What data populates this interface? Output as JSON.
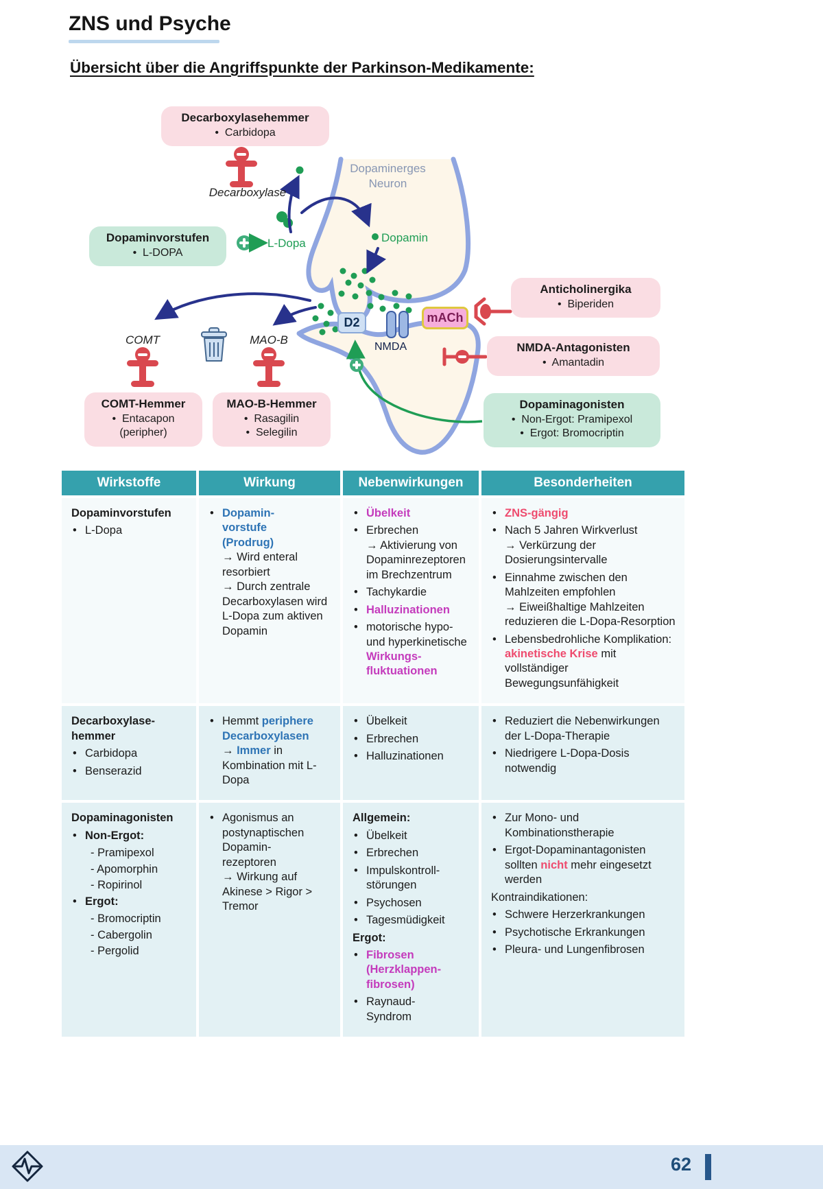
{
  "page": {
    "title": "ZNS und Psyche",
    "heading": "Übersicht über die Angriffspunkte der Parkinson-Medikamente:",
    "page_number": "62"
  },
  "colors": {
    "teal_header": "#35a1ad",
    "pink_box": "#fadde3",
    "green_box": "#c9e9da",
    "magenta_text": "#c43bbc",
    "blue_text": "#2e74b5",
    "pink_text": "#ee4b6e",
    "green": "#1f9d55",
    "navy_arrow": "#28328c",
    "red_inhibitor": "#d9484f",
    "neuron_outline": "#8fa5e0"
  },
  "diagram": {
    "boxes": {
      "decarboxylasehemmer": {
        "variant": "pink",
        "title": "Decarboxylasehemmer",
        "items": [
          "Carbidopa"
        ]
      },
      "dopaminvorstufen": {
        "variant": "green",
        "title": "Dopaminvorstufen",
        "items": [
          "L-DOPA"
        ]
      },
      "anticholinergika": {
        "variant": "pink",
        "title": "Anticholinergika",
        "items": [
          "Biperiden"
        ]
      },
      "nmda_antagonisten": {
        "variant": "pink",
        "title": "NMDA-Antagonisten",
        "items": [
          "Amantadin"
        ]
      },
      "dopaminagonisten": {
        "variant": "green",
        "title": "Dopaminagonisten",
        "items": [
          "Non-Ergot: Pramipexol",
          "Ergot: Bromocriptin"
        ]
      },
      "comt_hemmer": {
        "variant": "pink",
        "title": "COMT-Hemmer",
        "items": [
          "Entacapon\n(peripher)"
        ]
      },
      "maob_hemmer": {
        "variant": "pink",
        "title": "MAO-B-Hemmer",
        "items": [
          "Rasagilin",
          "Selegilin"
        ]
      }
    },
    "labels": {
      "neuron": "Dopaminerges\nNeuron",
      "decarboxylase": "Decarboxylase",
      "ldopa": "L-Dopa",
      "dopamin": "Dopamin",
      "comt": "COMT",
      "maob": "MAO-B",
      "d2": "D2",
      "nmda": "NMDA",
      "mach": "mACh"
    }
  },
  "table": {
    "headers": [
      "Wirkstoffe",
      "Wirkung",
      "Nebenwirkungen",
      "Besonderheiten"
    ],
    "rows": [
      {
        "cells": [
          [
            {
              "k": "line",
              "runs": [
                [
                  "Dopaminvorstufen",
                  "b"
                ]
              ]
            },
            {
              "k": "bullet",
              "runs": [
                [
                  "L-Dopa",
                  ""
                ]
              ]
            }
          ],
          [
            {
              "k": "bullet",
              "runs": [
                [
                  "Dopamin-\nvorstufe\n(Prodrug)",
                  "blue"
                ],
                [
                  "\n→ Wird enteral resorbiert\n→ Durch zentrale Decarboxylasen wird L-Dopa zum aktiven Dopamin",
                  ""
                ]
              ]
            }
          ],
          [
            {
              "k": "bullet",
              "runs": [
                [
                  "Übelkeit",
                  "mag"
                ]
              ]
            },
            {
              "k": "bullet",
              "runs": [
                [
                  "Erbrechen\n→ Aktivierung von Dopaminrezeptoren im Brechzentrum",
                  ""
                ]
              ]
            },
            {
              "k": "bullet",
              "runs": [
                [
                  "Tachykardie",
                  ""
                ]
              ]
            },
            {
              "k": "bullet",
              "runs": [
                [
                  "Halluzinationen",
                  "mag"
                ]
              ]
            },
            {
              "k": "bullet",
              "runs": [
                [
                  "motorische hypo- und hyperkinetische ",
                  ""
                ],
                [
                  "Wirkungs-\nfluktuationen",
                  "mag"
                ]
              ]
            }
          ],
          [
            {
              "k": "bullet",
              "runs": [
                [
                  "ZNS-gängig",
                  "pink"
                ]
              ]
            },
            {
              "k": "bullet",
              "runs": [
                [
                  "Nach 5 Jahren Wirkverlust\n→ Verkürzung der Dosierungsintervalle",
                  ""
                ]
              ]
            },
            {
              "k": "bullet",
              "runs": [
                [
                  "Einnahme zwischen den Mahlzeiten empfohlen\n→ Eiweißhaltige Mahlzeiten reduzieren die L-Dopa-Resorption",
                  ""
                ]
              ]
            },
            {
              "k": "bullet",
              "runs": [
                [
                  "Lebensbedrohliche Komplikation: ",
                  ""
                ],
                [
                  "akinetische Krise",
                  "pink"
                ],
                [
                  " mit vollständiger Bewegungsunfähigkeit",
                  ""
                ]
              ]
            }
          ]
        ]
      },
      {
        "cells": [
          [
            {
              "k": "line",
              "runs": [
                [
                  "Decarboxylase-\nhemmer",
                  "b"
                ]
              ]
            },
            {
              "k": "bullet",
              "runs": [
                [
                  "Carbidopa",
                  ""
                ]
              ]
            },
            {
              "k": "bullet",
              "runs": [
                [
                  "Benserazid",
                  ""
                ]
              ]
            }
          ],
          [
            {
              "k": "bullet",
              "runs": [
                [
                  "Hemmt ",
                  ""
                ],
                [
                  "periphere Decarboxylasen",
                  "blue"
                ],
                [
                  "\n→ ",
                  ""
                ],
                [
                  "Immer",
                  "blue"
                ],
                [
                  " in Kombination mit L-Dopa",
                  ""
                ]
              ]
            }
          ],
          [
            {
              "k": "bullet",
              "runs": [
                [
                  "Übelkeit",
                  ""
                ]
              ]
            },
            {
              "k": "bullet",
              "runs": [
                [
                  "Erbrechen",
                  ""
                ]
              ]
            },
            {
              "k": "bullet",
              "runs": [
                [
                  "Halluzinationen",
                  ""
                ]
              ]
            }
          ],
          [
            {
              "k": "bullet",
              "runs": [
                [
                  "Reduziert die Nebenwirkungen der L-Dopa-Therapie",
                  ""
                ]
              ]
            },
            {
              "k": "bullet",
              "runs": [
                [
                  "Niedrigere L-Dopa-Dosis notwendig",
                  ""
                ]
              ]
            }
          ]
        ]
      },
      {
        "cells": [
          [
            {
              "k": "line",
              "runs": [
                [
                  "Dopaminagonisten",
                  "b"
                ]
              ]
            },
            {
              "k": "bullet",
              "runs": [
                [
                  "Non-Ergot:",
                  "b"
                ]
              ]
            },
            {
              "k": "sub",
              "runs": [
                [
                  "- Pramipexol",
                  ""
                ]
              ]
            },
            {
              "k": "sub",
              "runs": [
                [
                  "- Apomorphin",
                  ""
                ]
              ]
            },
            {
              "k": "sub",
              "runs": [
                [
                  "- Ropirinol",
                  ""
                ]
              ]
            },
            {
              "k": "bullet",
              "runs": [
                [
                  "Ergot:",
                  "b"
                ]
              ]
            },
            {
              "k": "sub",
              "runs": [
                [
                  "- Bromocriptin",
                  ""
                ]
              ]
            },
            {
              "k": "sub",
              "runs": [
                [
                  "- Cabergolin",
                  ""
                ]
              ]
            },
            {
              "k": "sub",
              "runs": [
                [
                  "- Pergolid",
                  ""
                ]
              ]
            }
          ],
          [
            {
              "k": "bullet",
              "runs": [
                [
                  "Agonismus an postynaptischen Dopamin-\nrezeptoren\n→ Wirkung auf Akinese > Rigor > Tremor",
                  ""
                ]
              ]
            }
          ],
          [
            {
              "k": "line",
              "runs": [
                [
                  "Allgemein:",
                  "b"
                ]
              ]
            },
            {
              "k": "bullet",
              "runs": [
                [
                  "Übelkeit",
                  ""
                ]
              ]
            },
            {
              "k": "bullet",
              "runs": [
                [
                  "Erbrechen",
                  ""
                ]
              ]
            },
            {
              "k": "bullet",
              "runs": [
                [
                  "Impulskontroll-\nstörungen",
                  ""
                ]
              ]
            },
            {
              "k": "bullet",
              "runs": [
                [
                  "Psychosen",
                  ""
                ]
              ]
            },
            {
              "k": "bullet",
              "runs": [
                [
                  "Tagesmüdigkeit",
                  ""
                ]
              ]
            },
            {
              "k": "line",
              "runs": [
                [
                  "Ergot:",
                  "b"
                ]
              ]
            },
            {
              "k": "bullet",
              "runs": [
                [
                  "Fibrosen (Herzklappen-\nfibrosen)",
                  "mag"
                ]
              ]
            },
            {
              "k": "bullet",
              "runs": [
                [
                  "Raynaud-\nSyndrom",
                  ""
                ]
              ]
            }
          ],
          [
            {
              "k": "bullet",
              "runs": [
                [
                  "Zur Mono- und Kombinationstherapie",
                  ""
                ]
              ]
            },
            {
              "k": "bullet",
              "runs": [
                [
                  "Ergot-Dopaminantagonisten sollten ",
                  ""
                ],
                [
                  "nicht",
                  "pink"
                ],
                [
                  " mehr eingesetzt werden",
                  ""
                ]
              ]
            },
            {
              "k": "line",
              "runs": [
                [
                  "Kontraindikationen:",
                  ""
                ]
              ]
            },
            {
              "k": "bullet",
              "runs": [
                [
                  "Schwere Herzerkrankungen",
                  ""
                ]
              ]
            },
            {
              "k": "bullet",
              "runs": [
                [
                  "Psychotische Erkrankungen",
                  ""
                ]
              ]
            },
            {
              "k": "bullet",
              "runs": [
                [
                  "Pleura- und Lungenfibrosen",
                  ""
                ]
              ]
            }
          ]
        ]
      }
    ]
  }
}
